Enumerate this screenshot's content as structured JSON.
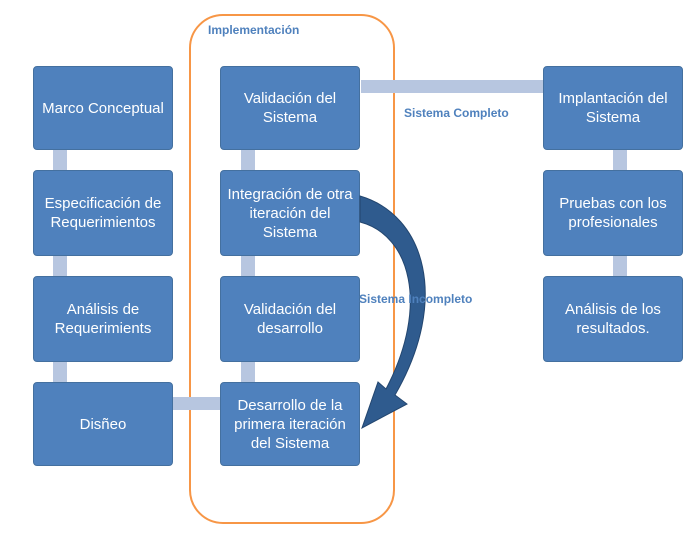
{
  "implementation_label": "Implementación",
  "boxes": {
    "marco": "Marco Conceptual",
    "especificacion": "Especificación de Requerimientos",
    "analisis_req": "Análisis de Requerimients",
    "diseno": "Disñeo",
    "validacion_sistema": "Validación del Sistema",
    "integracion": "Integración de otra iteración del Sistema",
    "validacion_desarrollo": "Validación del desarrollo",
    "desarrollo": "Desarrollo de la primera iteración del Sistema",
    "implantacion": "Implantación del Sistema",
    "pruebas": "Pruebas con los profesionales",
    "analisis_resultados": "Análisis de los resultados."
  },
  "labels": {
    "sistema_completo": "Sistema Completo",
    "sistema_incompleto": "Sistema Incompleto"
  },
  "colors": {
    "box_fill": "#4f81bd",
    "connector": "#b7c6e0",
    "frame": "#f79646",
    "arrow": "#2f5b8e",
    "label_text": "#4f81bd"
  }
}
